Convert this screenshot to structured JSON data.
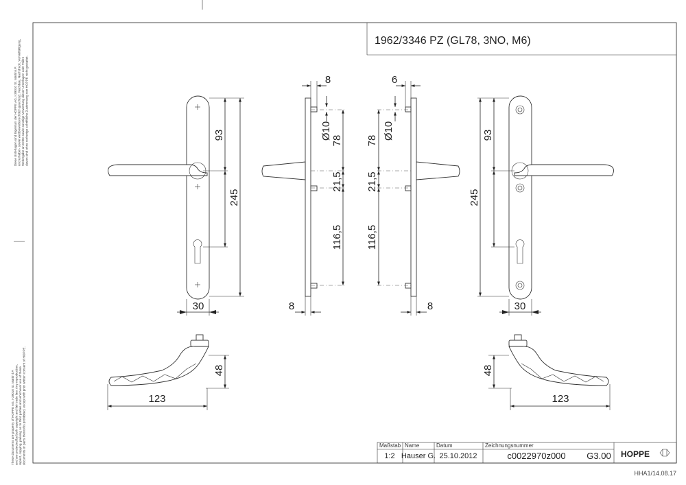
{
  "title": "1962/3346 PZ (GL78, 3NO, M6)",
  "dimensions": {
    "left_front": {
      "top_spacing": "93",
      "total_height": "245",
      "width": "30"
    },
    "left_side": {
      "pin": "8",
      "diameter": "Ø10",
      "upper": "78",
      "mid": "21,5",
      "lower": "116,5",
      "depth": "8"
    },
    "right_side": {
      "pin": "6",
      "diameter": "Ø10",
      "upper": "78",
      "mid": "21,5",
      "lower": "116,5",
      "depth": "8"
    },
    "right_front": {
      "top_spacing": "93",
      "total_height": "245",
      "width": "30"
    },
    "left_lever": {
      "height": "48",
      "length": "123"
    },
    "right_lever": {
      "height": "48",
      "length": "123"
    }
  },
  "side_notes": {
    "german": [
      "Diese Unterlagen sind Eigentum der HOPPE AG, I-39010 St. Martin i.P.",
      "und urheber- sowie wettbewerbsrechtlich geschützt. Nachbau, Nachdruck, Vervielfältigung,",
      "Weitergabe an Dritte sowie sonstige Verwertung dieser Unterlagen oder Teilen",
      "davon sind ohne vorherige schriftliche Zustimmung von HOPPE nicht gestattet."
    ],
    "english": [
      "These documents are property of HOPPE AG, I-39010 St. Martin i.P.",
      "and are protected by both copyright and fair trade law. Any reproduction,",
      "reprint, copying, passing on to third parties and whichever use of these",
      "documents or parts thereof is prohibited, except with prior written consent of HOPPE."
    ]
  },
  "title_block": {
    "scale_label": "Maßstab",
    "scale": "1:2",
    "name_label": "Name",
    "name": "Hauser G.",
    "date_label": "Datum",
    "date": "25.10.2012",
    "drawing_no_label": "Zeichnungsnummer",
    "drawing_no": "c0022970z000",
    "format": "G3.00",
    "brand": "HOPPE"
  },
  "footer": "HHA1/14.08.17"
}
